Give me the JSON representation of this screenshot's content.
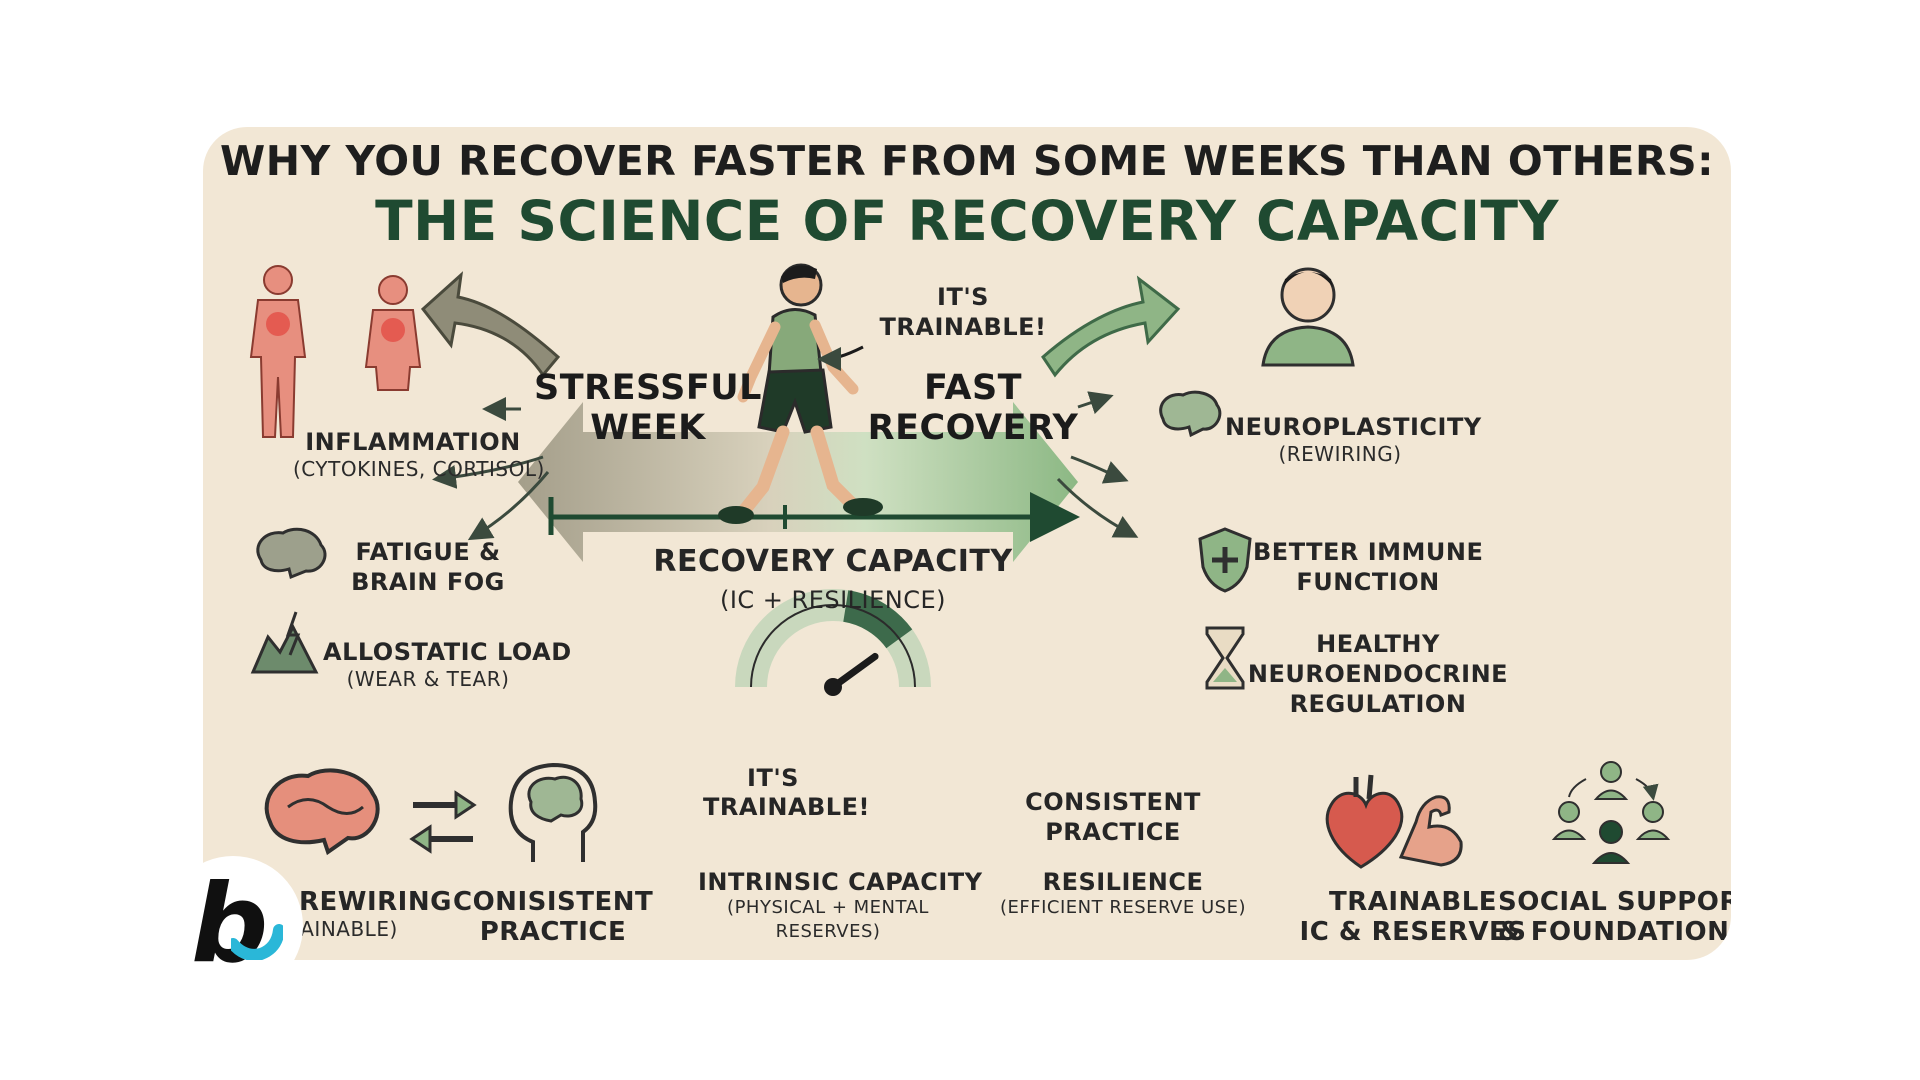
{
  "title": {
    "line1": "WHY YOU RECOVER FASTER FROM SOME WEEKS THAN OTHERS:",
    "line2": "THE SCIENCE OF RECOVERY CAPACITY"
  },
  "center": {
    "stress_line1": "STRESSFUL",
    "stress_line2": "WEEK",
    "recovery_line1": "FAST",
    "recovery_line2": "RECOVERY",
    "trainable_top_line1": "IT'S",
    "trainable_top_line2": "TRAINABLE!",
    "capacity_label": "RECOVERY CAPACITY",
    "capacity_sub": "(IC + RESILIENCE)"
  },
  "left_effects": {
    "inflammation": "INFLAMMATION",
    "inflammation_sub": "(CYTOKINES, CORTISOL)",
    "fatigue_line1": "FATIGUE &",
    "fatigue_line2": "BRAIN FOG",
    "allostatic": "ALLOSTATIC LOAD",
    "allostatic_sub": "(WEAR & TEAR)"
  },
  "right_effects": {
    "neuro": "NEUROPLASTICITY",
    "neuro_sub": "(REWIRING)",
    "immune_line1": "BETTER IMMUNE",
    "immune_line2": "FUNCTION",
    "healthy_line1": "HEALTHY",
    "healthy_line2": "NEUROENDOCRINE",
    "healthy_line3": "REGULATION"
  },
  "bottom": {
    "rewiring_line1": "REWIRING",
    "rewiring_line2": "AINABLE)",
    "consistent_left_line1": "CONISISTENT",
    "consistent_left_line2": "PRACTICE",
    "trainable_line1": "IT'S",
    "trainable_line2": "TRAINABLE!",
    "consistent_right_line1": "CONSISTENT",
    "consistent_right_line2": "PRACTICE",
    "intrinsic": "INTRINSIC CAPACITY",
    "intrinsic_sub_line1": "(PHYSICAL + MENTAL",
    "intrinsic_sub_line2": "RESERVES)",
    "resilience": "RESILIENCE",
    "resilience_sub": "(EFFICIENT RESERVE USE)",
    "trainable_ic_line1": "TRAINABLE",
    "trainable_ic_line2": "IC & RESERVES",
    "social_line1": "SOCIAL SUPPORT",
    "social_line2": "& FOUNDATIONS"
  },
  "gauge": {
    "level_percent": 80
  },
  "badge": {
    "letter": "b"
  },
  "colors": {
    "background": "#f2e7d5",
    "dark_green": "#1f4a31",
    "sage": "#8fb586",
    "stress_gray": "#a39e8c",
    "inflammation_red": "#e3685c",
    "accent_cyan": "#2ab7d8"
  }
}
